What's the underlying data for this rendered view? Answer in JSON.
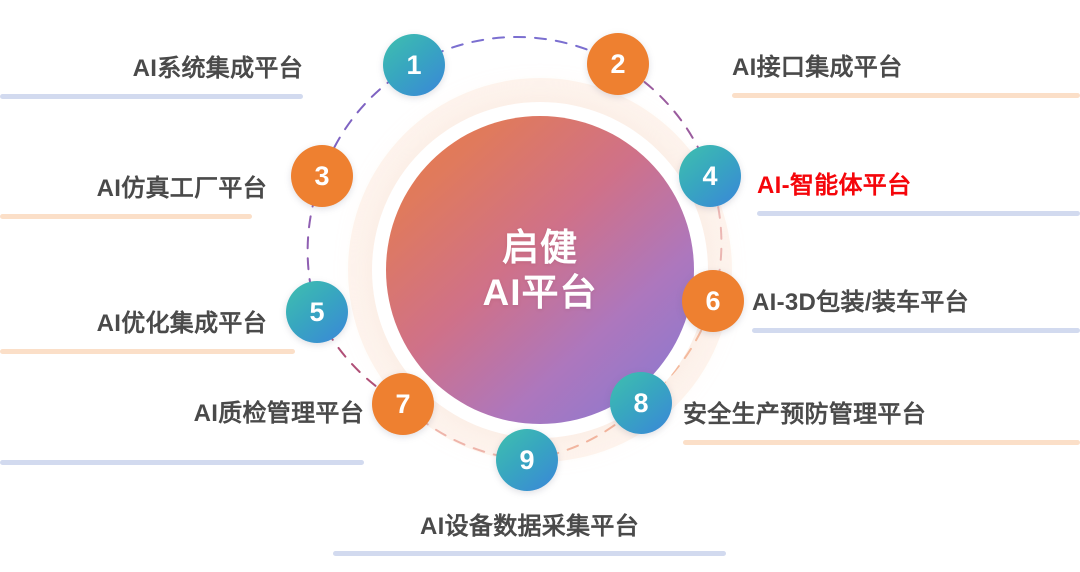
{
  "center": {
    "line1": "启健",
    "line2": "AI平台",
    "gradient_from": "#ea7a49",
    "gradient_mid": "#cf7189",
    "gradient_to": "#8279d6"
  },
  "colors": {
    "badge_teal_from": "#3fc0ae",
    "badge_teal_to": "#3a86d9",
    "badge_orange": "#ee8030",
    "rule_blue": "#d2daef",
    "rule_peach": "#fbdfc8",
    "label_text": "#4a4a4a",
    "label_highlight": "#f5050a"
  },
  "nodes": [
    {
      "number": "1",
      "label": "AI系统集成平台",
      "badge_style": "teal",
      "side": "left",
      "rule_color": "blue",
      "highlight": false
    },
    {
      "number": "2",
      "label": "AI接口集成平台",
      "badge_style": "orange",
      "side": "right",
      "rule_color": "peach",
      "highlight": false
    },
    {
      "number": "3",
      "label": "AI仿真工厂平台",
      "badge_style": "orange",
      "side": "left",
      "rule_color": "peach",
      "highlight": false
    },
    {
      "number": "4",
      "label": "AI-智能体平台",
      "badge_style": "teal",
      "side": "right",
      "rule_color": "blue",
      "highlight": true
    },
    {
      "number": "5",
      "label": "AI优化集成平台",
      "badge_style": "teal",
      "side": "left",
      "rule_color": "peach",
      "highlight": false
    },
    {
      "number": "6",
      "label": "AI-3D包装/装车平台",
      "badge_style": "orange",
      "side": "right",
      "rule_color": "blue",
      "highlight": false
    },
    {
      "number": "7",
      "label": "AI质检管理平台",
      "badge_style": "orange",
      "side": "left",
      "rule_color": "blue",
      "highlight": false
    },
    {
      "number": "8",
      "label": "安全生产预防管理平台",
      "badge_style": "teal",
      "side": "right",
      "rule_color": "peach",
      "highlight": false
    },
    {
      "number": "9",
      "label": "AI设备数据采集平台",
      "badge_style": "teal",
      "side": "bottom",
      "rule_color": "blue",
      "highlight": false
    }
  ]
}
